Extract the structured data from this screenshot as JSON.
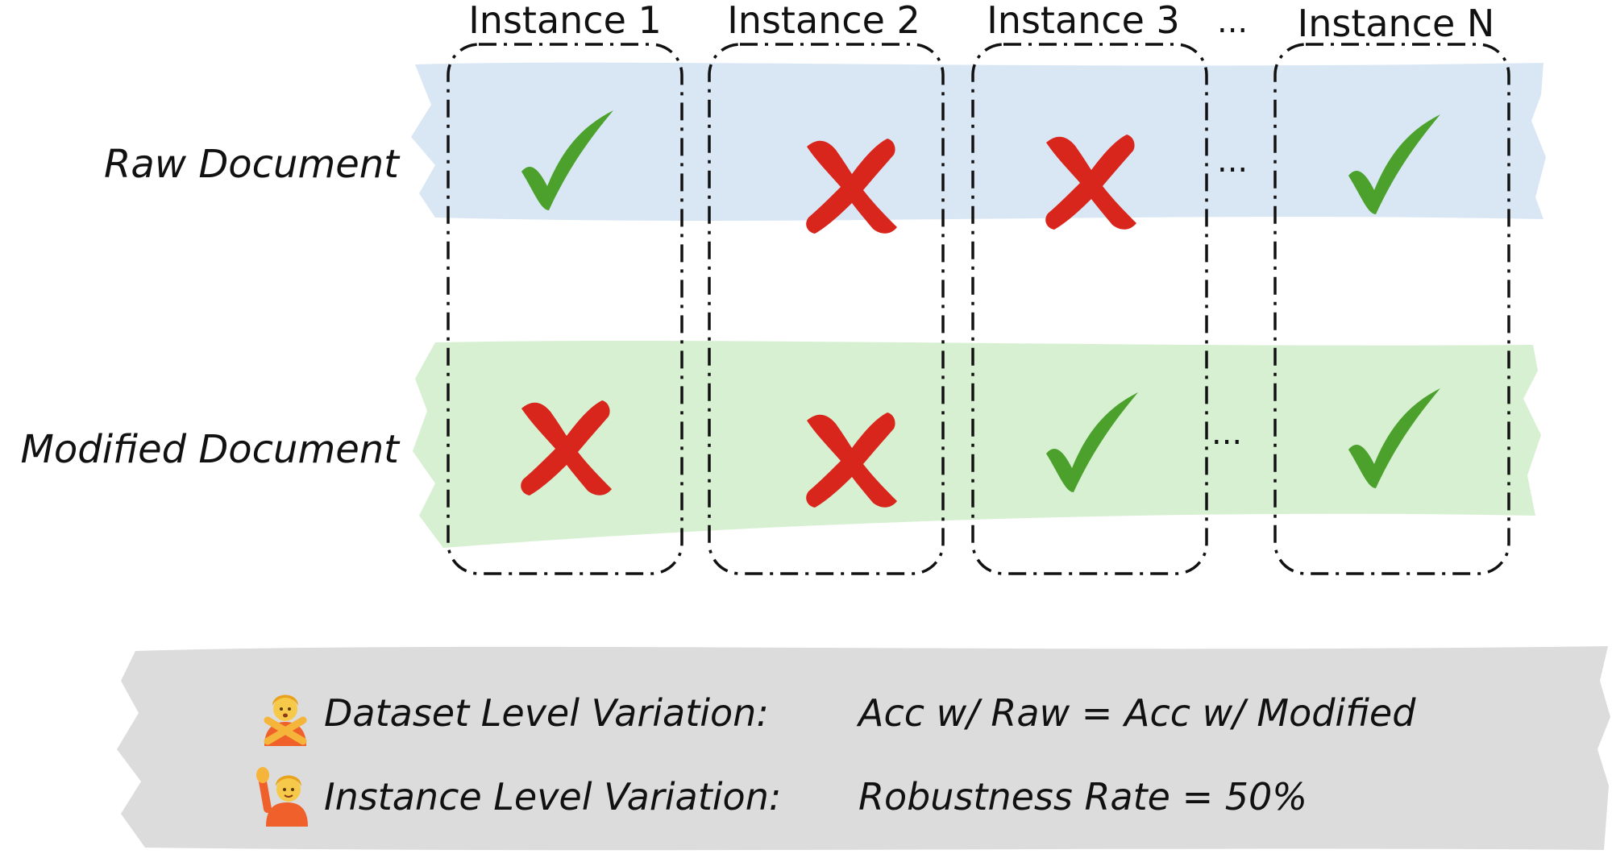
{
  "columns": [
    "Instance 1",
    "Instance 2",
    "Instance 3",
    "Instance N"
  ],
  "column_gap_label": "...",
  "rows": [
    {
      "label": "Raw Document",
      "results": [
        "correct",
        "wrong",
        "wrong",
        "correct"
      ]
    },
    {
      "label": "Modified Document",
      "results": [
        "wrong",
        "wrong",
        "correct",
        "correct"
      ]
    }
  ],
  "row_ellipsis": "...",
  "summary": [
    {
      "icon": "person-gesturing-no-icon",
      "label": "Dataset Level Variation:",
      "value": "Acc w/ Raw = Acc w/ Modified"
    },
    {
      "icon": "person-raising-hand-icon",
      "label": "Instance Level Variation:",
      "value": "Robustness Rate = 50%"
    }
  ],
  "colors": {
    "raw_band": "#d9e7f5",
    "modified_band": "#d7f0d2",
    "summary_band": "#dcdcdc",
    "check": "#4ca12c",
    "cross": "#d8261c"
  }
}
